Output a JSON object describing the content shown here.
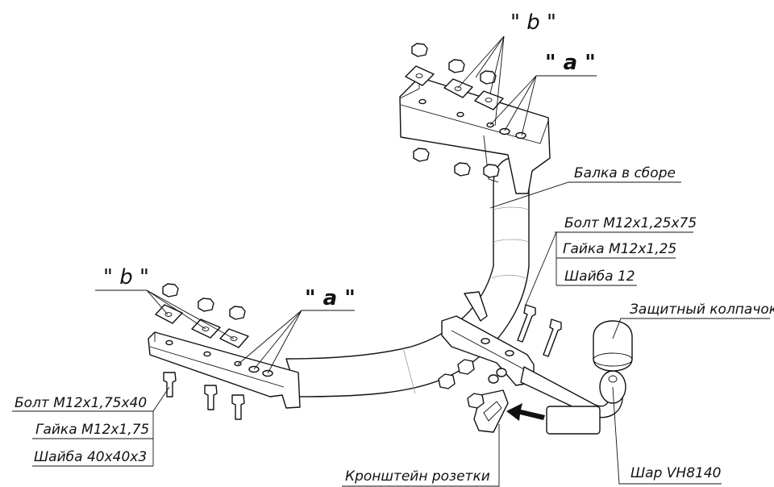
{
  "labels": {
    "b_top": "\" b \"",
    "a_top": "\" a \"",
    "b_left": "\" b \"",
    "a_left": "\" a \"",
    "beam": "Балка в сборе",
    "bolt_right": "Болт М12х1,25х75",
    "nut_right": "Гайка М12х1,25",
    "washer_right": "Шайба 12",
    "cap": "Защитный колпачок",
    "bolt_left": "Болт М12х1,75х40",
    "nut_left": "Гайка М12х1,75",
    "washer_left": "Шайба 40х40х3",
    "socket_bracket": "Кронштейн розетки",
    "ball": "Шар VH8140"
  }
}
